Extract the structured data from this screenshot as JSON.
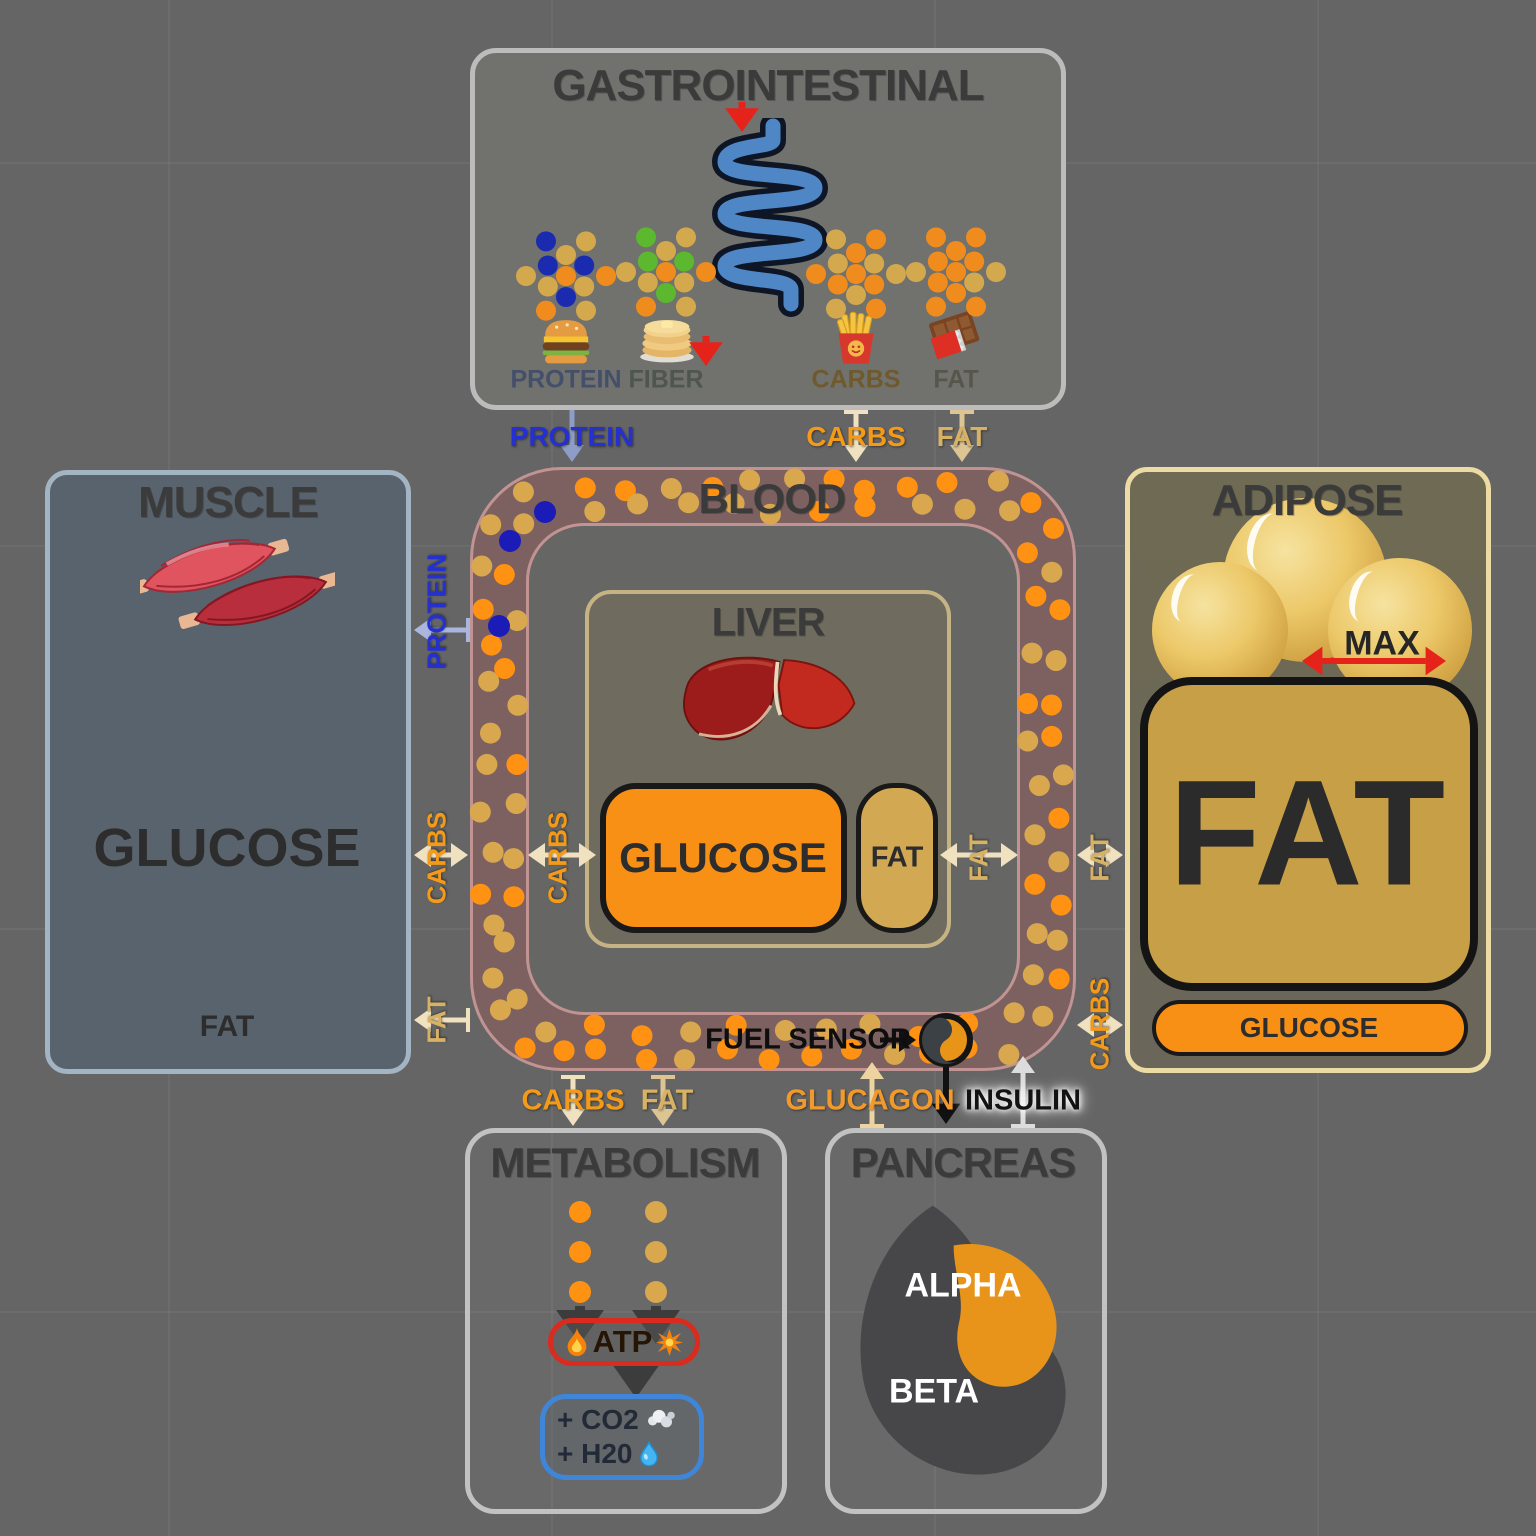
{
  "gi": {
    "title": "GASTROINTESTINAL",
    "foods": [
      {
        "label": "PROTEIN",
        "icon": "burger-icon"
      },
      {
        "label": "FIBER",
        "icon": "pancakes-icon"
      },
      {
        "label": "CARBS",
        "icon": "fries-icon"
      },
      {
        "label": "FAT",
        "icon": "chocolate-icon"
      }
    ]
  },
  "blood": {
    "title": "BLOOD"
  },
  "liver": {
    "title": "LIVER",
    "glucose": "GLUCOSE",
    "fat": "FAT"
  },
  "muscle": {
    "title": "MUSCLE",
    "glucose": "GLUCOSE",
    "fat": "FAT"
  },
  "adipose": {
    "title": "ADIPOSE",
    "max": "MAX",
    "fat": "FAT",
    "glucose": "GLUCOSE"
  },
  "metabolism": {
    "title": "METABOLISM",
    "atp": "ATP",
    "co2": "+  CO2",
    "h2o": "+  H20"
  },
  "pancreas": {
    "title": "PANCREAS",
    "alpha": "ALPHA",
    "beta": "BETA"
  },
  "flows": {
    "protein_down": "PROTEIN",
    "carbs_down": "CARBS",
    "fat_down": "FAT",
    "protein_left": "PROTEIN",
    "carbs_left_outer": "CARBS",
    "carbs_left_inner": "CARBS",
    "fat_left": "FAT",
    "fat_right_inner": "FAT",
    "fat_right_outer": "FAT",
    "carbs_right": "CARBS",
    "carbs_bottom": "CARBS",
    "fat_bottom": "FAT",
    "glucagon": "GLUCAGON",
    "insulin": "INSULIN",
    "fuel_sensor": "FUEL SENSOR"
  },
  "palette": {
    "background": "#656565",
    "glucose_orange": "#f89016",
    "fat_gold": "#d2a952",
    "protein_blue": "#2430cf",
    "carbs_label_orange": "#f49a19",
    "fat_label_tan": "#d7b264",
    "blood_band": "#7c6160",
    "blood_border": "#c19392",
    "red_arrow": "#e5231b",
    "islet_dark": "#474749",
    "islet_orange": "#e8941a",
    "atp_border_red": "#d92b1e",
    "co2_border_blue": "#3f86d8",
    "dot_orange": "#ff9212",
    "dot_gold": "#d9a84e",
    "dot_blue": "#1b1bb8"
  },
  "icons": {
    "intestine-icon": "coiled intestine",
    "burger-icon": "cheeseburger",
    "pancakes-icon": "pancake stack",
    "fries-icon": "french fries",
    "chocolate-icon": "chocolate bar",
    "muscle-icon": "skeletal muscle",
    "liver-icon": "liver",
    "fat-cell-icon": "golden fat cell",
    "yin-yang-icon": "yin yang fuel sensor",
    "pancreas-islet-icon": "alpha beta islet",
    "fire-icon": "flame",
    "burst-icon": "energy burst",
    "wind-icon": "exhaled gas puff",
    "droplet-icon": "water droplet"
  }
}
